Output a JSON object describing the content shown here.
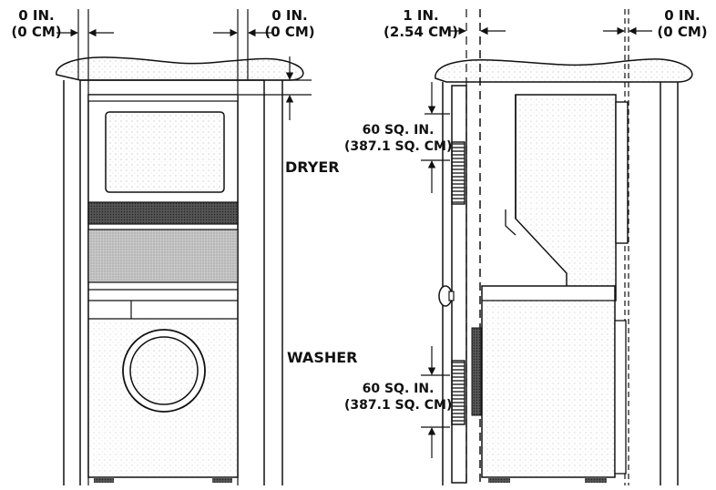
{
  "clearance_labels": {
    "front_left": {
      "value": "0 IN.",
      "metric": "(0 CM)"
    },
    "front_right": {
      "value": "0 IN.",
      "metric": "(0 CM)"
    },
    "side_rear": {
      "value": "1 IN.",
      "metric": "(2.54 CM)"
    },
    "side_front": {
      "value": "0 IN.",
      "metric": "(0 CM)"
    }
  },
  "vents": {
    "upper": {
      "area": "60 SQ. IN.",
      "metric": "(387.1 SQ. CM)"
    },
    "lower": {
      "area": "60 SQ. IN.",
      "metric": "(387.1 SQ. CM)"
    }
  },
  "appliances": {
    "dryer": "DRYER",
    "washer": "WASHER"
  }
}
